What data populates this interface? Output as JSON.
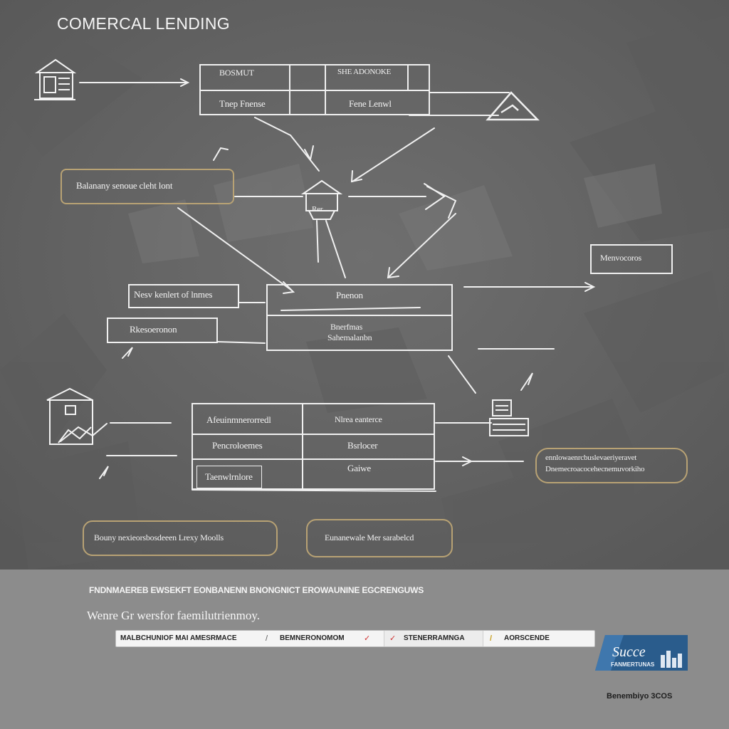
{
  "title": "COMERCAL LENDING",
  "nodes": {
    "top_header_left": "BOSMUT",
    "top_header_right": "SHE ADONOKE",
    "top_row_left": "Tnep Fnense",
    "top_row_right": "Fene Lenwl",
    "gold_box": "Balanany senoue cleht lont",
    "hub": "Rer",
    "right_label": "Menvocoros",
    "mid_label_1": "Nesv kenlert of lnmes",
    "mid_label_2": "Rkesoeronon",
    "center_table_head": "Pnenon",
    "center_table_row_1": "Bnerfmas",
    "center_table_row_2": "Sahemalanbn",
    "grid_r1c1": "Afeuinmnerorredl",
    "grid_r1c2": "Nlrea eanterce",
    "grid_r2c1": "Pencroloemes",
    "grid_r2c2": "Bsrlocer",
    "grid_r3c1": "Taenwlrnlore",
    "grid_r3c2": "Gaiwe",
    "bubble_line_1": "ennlowaenrcbuslevaeriyeravet",
    "bubble_line_2": "Dnemecroacocehecnemuvorkiho",
    "bottom_pill_left": "Bouny nexieorsbosdeeen Lrexy Moolls",
    "bottom_pill_right": "Eunanewale Mer sarabelcd"
  },
  "footer": {
    "headline": "FNDNMAEREB EWSEKFT  EONBANENN BNONGNICT EROWAUNINE EGCRENGUWS",
    "subtitle": "Wenre Gr wersfor faemilutrienmoy.",
    "tabs": [
      "MALBCHUNIOF MAI AMESRMACE",
      "BEMNERONOMOM",
      "STENERRAMNGA",
      "AORSCENDE"
    ],
    "tab_marks": [
      "/",
      "✓",
      "✓",
      "/"
    ],
    "badge_text": "Succe",
    "badge_sub": "FANMERTUNAS",
    "credit": "Benembiyo 3COS"
  },
  "colors": {
    "board": "#6e6e6e",
    "footer": "#8c8c8c",
    "line": "#f0f0f0",
    "gold": "#b8a274",
    "badge_blue": "#2a5c8c"
  }
}
